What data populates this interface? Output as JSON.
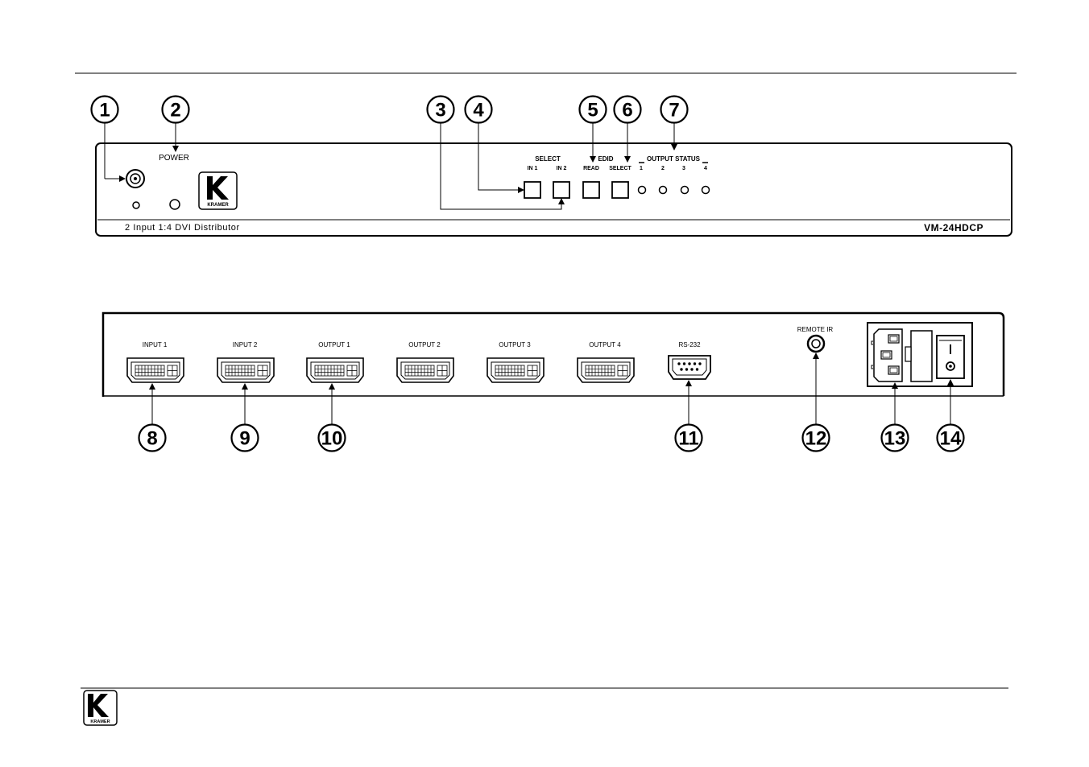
{
  "front_panel": {
    "power_label": "POWER",
    "select_label": "SELECT",
    "in1_label": "IN 1",
    "in2_label": "IN 2",
    "edid_label": "EDID",
    "read_label": "READ",
    "edid_select_label": "SELECT",
    "output_status_label": "OUTPUT STATUS",
    "output_numbers": [
      "1",
      "2",
      "3",
      "4"
    ],
    "description": "2 Input 1:4 DVI Distributor",
    "model": "VM-24HDCP",
    "logo_text": "KRAMER"
  },
  "rear_panel": {
    "input1_label": "INPUT 1",
    "input2_label": "INPUT 2",
    "output1_label": "OUTPUT 1",
    "output2_label": "OUTPUT 2",
    "output3_label": "OUTPUT 3",
    "output4_label": "OUTPUT 4",
    "rs232_label": "RS-232",
    "remote_ir_label": "REMOTE IR"
  },
  "callouts": [
    "1",
    "2",
    "3",
    "4",
    "5",
    "6",
    "7",
    "8",
    "9",
    "10",
    "11",
    "12",
    "13",
    "14"
  ],
  "footer": {
    "logo_text": "KRAMER"
  }
}
